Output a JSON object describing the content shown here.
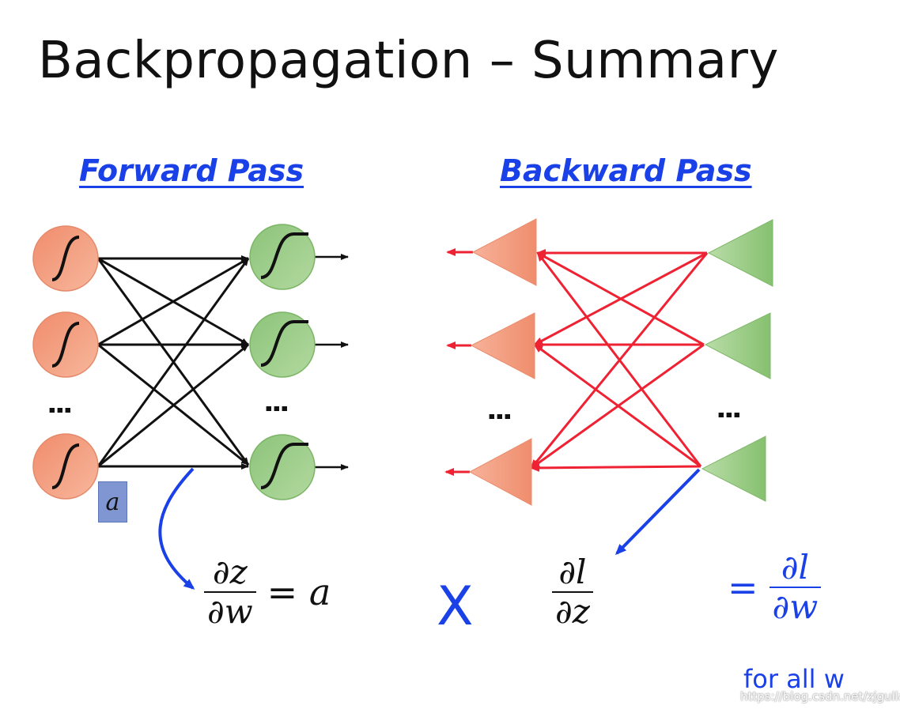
{
  "title": "Backpropagation – Summary",
  "forward_pass": {
    "heading": "Forward Pass",
    "input_label": "a",
    "ellipsis": "⋮"
  },
  "backward_pass": {
    "heading": "Backward Pass",
    "ellipsis": "⋮"
  },
  "formulas": {
    "dz_dw": {
      "numerator": "∂z",
      "denominator": "∂w",
      "equals": "= a"
    },
    "times": "X",
    "dl_dz": {
      "numerator": "∂l",
      "denominator": "∂z"
    },
    "dl_dw": {
      "prefix": "=",
      "numerator": "∂l",
      "denominator": "∂w"
    },
    "for_all": "for all w"
  },
  "watermark": "https://blog.csdn.net/zjguilai",
  "colors": {
    "input_neuron": "#f4a588",
    "output_neuron": "#a3cf8e",
    "forward_edge": "#111111",
    "backward_edge": "#ee2233",
    "accent_blue": "#1a40e8",
    "a_box": "#7f96d2"
  }
}
